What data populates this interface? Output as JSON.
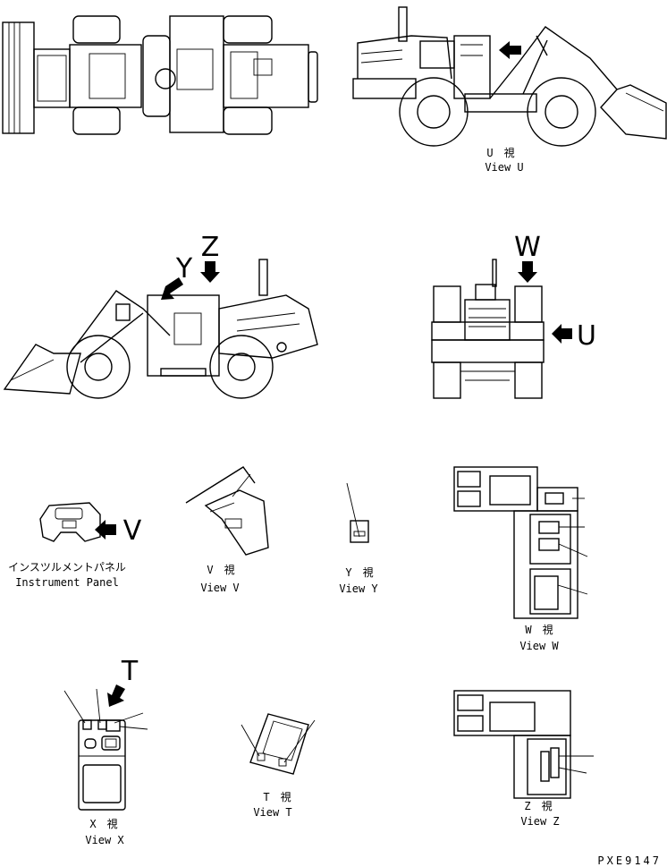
{
  "diagram": {
    "views": {
      "u": {
        "jp": "U　視",
        "en": "View U"
      },
      "v": {
        "jp": "V　視",
        "en": "View V"
      },
      "y": {
        "jp": "Y　視",
        "en": "View Y"
      },
      "w": {
        "jp": "W　視",
        "en": "View W"
      },
      "x": {
        "jp": "X　視",
        "en": "View X"
      },
      "t": {
        "jp": "T　視",
        "en": "View T"
      },
      "z": {
        "jp": "Z　視",
        "en": "View Z"
      }
    },
    "panel": {
      "jp": "インスツルメントパネル",
      "en": "Instrument Panel"
    },
    "arrow_letters": {
      "z": "Z",
      "y": "Y",
      "w": "W",
      "u": "U",
      "v": "V",
      "t": "T"
    },
    "drawing_code": "PXE9147"
  }
}
